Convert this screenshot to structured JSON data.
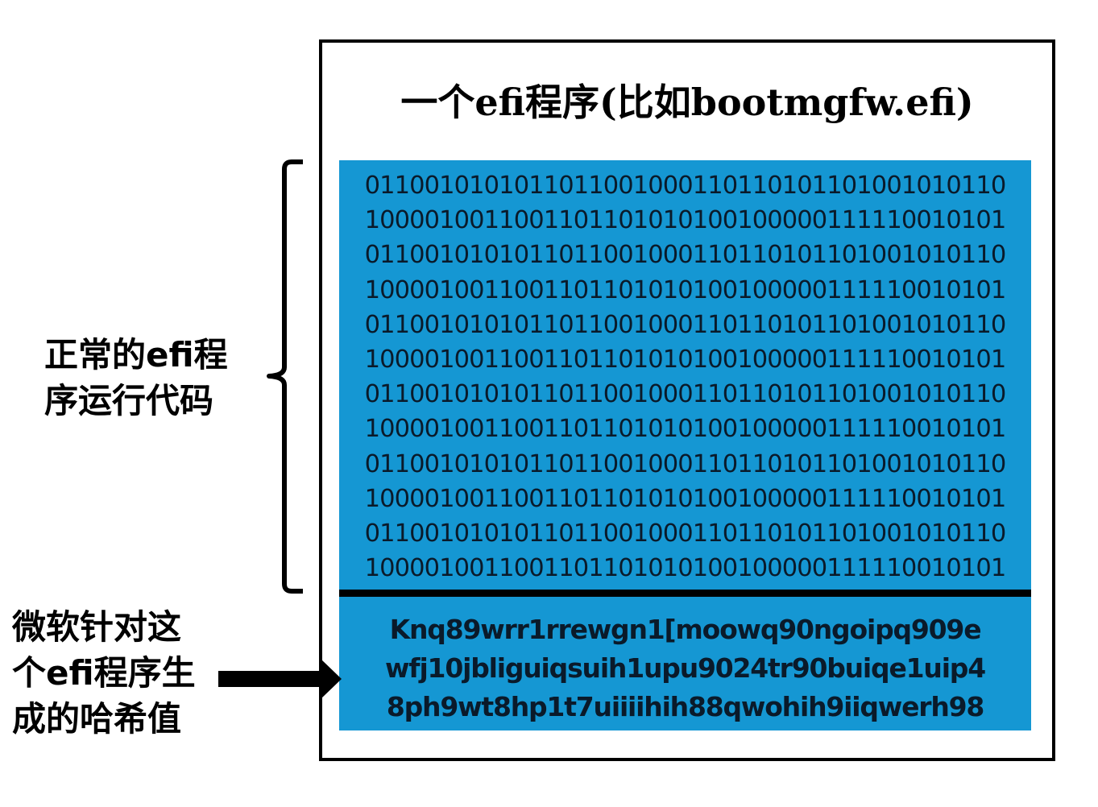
{
  "box": {
    "title": "一个efi程序(比如bootmgfw.efi)"
  },
  "code_block": {
    "lines": [
      "0110010101011011001000110110101101001010110",
      "1000010011001101101010100100000111110010101",
      "0110010101011011001000110110101101001010110",
      "1000010011001101101010100100000111110010101",
      "0110010101011011001000110110101101001010110",
      "1000010011001101101010100100000111110010101",
      "0110010101011011001000110110101101001010110",
      "1000010011001101101010100100000111110010101",
      "0110010101011011001000110110101101001010110",
      "1000010011001101101010100100000111110010101",
      "0110010101011011001000110110101101001010110",
      "1000010011001101101010100100000111110010101"
    ]
  },
  "hash_block": {
    "lines": [
      "Knq89wrr1rrewgn1[moowq90ngoipq909e",
      "wfj10jbliguiqsuih1upu9024tr90buiqe1uip4",
      "8ph9wt8hp1t7uiiiihih88qwohih9iiqwerh98"
    ]
  },
  "labels": {
    "code_label": [
      "正常的efi程",
      "序运行代码"
    ],
    "hash_label": [
      "微软针对这",
      "个efi程序生",
      "成的哈希值"
    ]
  },
  "colors": {
    "block_fill": "#1597d3",
    "text_dark": "#0a1a2a",
    "line": "#000000"
  }
}
